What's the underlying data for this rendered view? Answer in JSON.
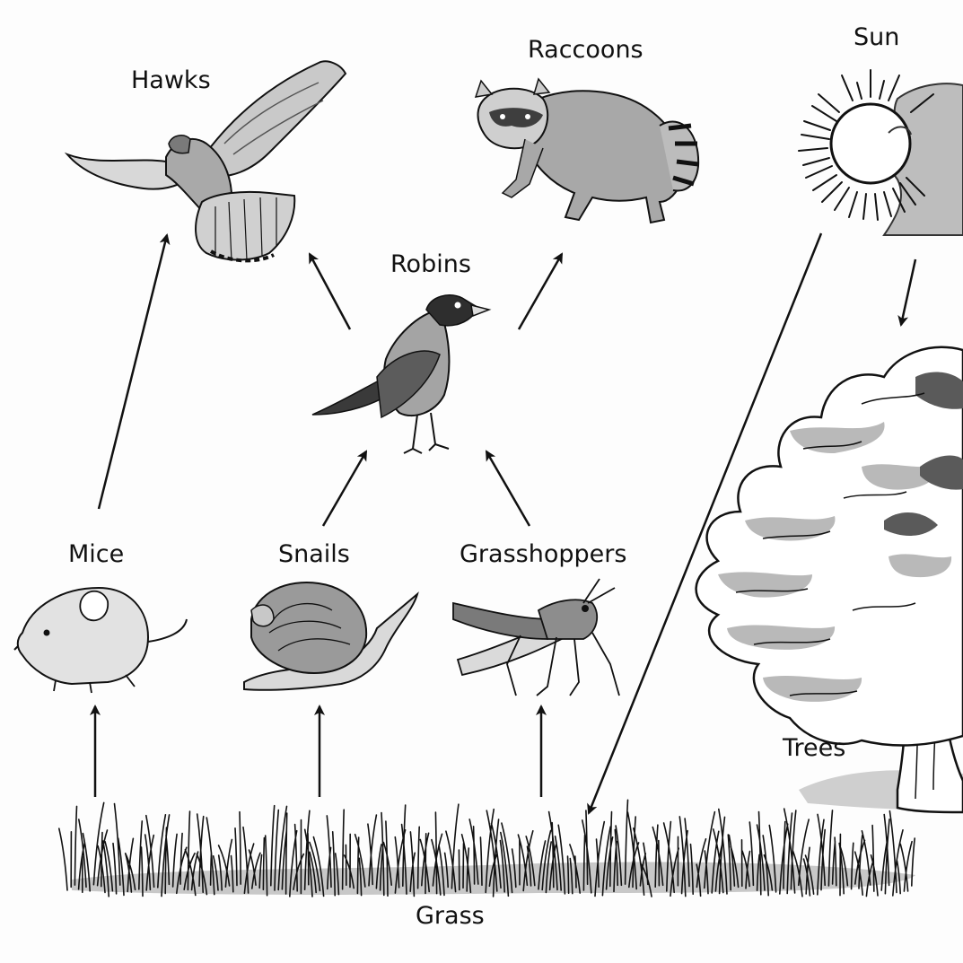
{
  "labels": {
    "hawks": "Hawks",
    "raccoons": "Raccoons",
    "sun": "Sun",
    "robins": "Robins",
    "mice": "Mice",
    "snails": "Snails",
    "grasshoppers": "Grasshoppers",
    "trees": "Trees",
    "grass": "Grass"
  },
  "colors": {
    "ink": "#111111",
    "fill_light": "#d2d2d2",
    "fill_mid": "#a8a8a8",
    "fill_dark": "#5e5e5e",
    "paper": "#fdfdfd"
  },
  "icons": [
    "hawk-icon",
    "raccoon-icon",
    "sun-icon",
    "robin-icon",
    "mouse-icon",
    "snail-icon",
    "grasshopper-icon",
    "tree-icon",
    "grass-icon"
  ]
}
